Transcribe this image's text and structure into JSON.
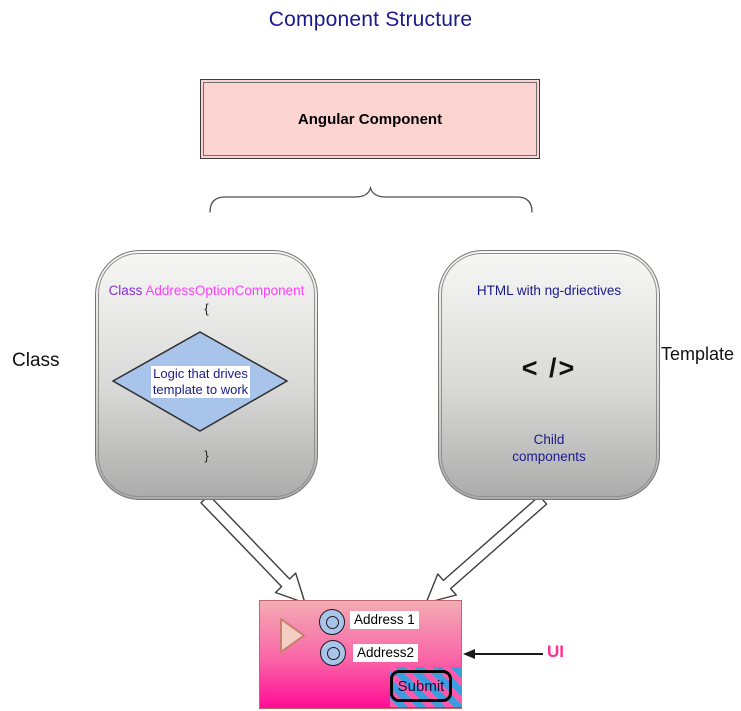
{
  "title": "Component Structure",
  "colors": {
    "title_navy": "#1a1a8c",
    "box_text_navy": "#1a1a8c",
    "keyword_purple": "#8a2be2",
    "classname_magenta": "#ff40ff",
    "angular_box_fill": "#fbd3d1",
    "diamond_fill": "#a9c4eb",
    "ui_pink_top": "#f3abb4",
    "ui_pink_bottom": "#ff0d95",
    "ui_label_pink": "#ff2f92",
    "stripe_blue": "#3b9ddd",
    "stripe_pink": "#ff58ad"
  },
  "angular_component": {
    "label": "Angular Component"
  },
  "class_box": {
    "side_label": "Class",
    "keyword": "Class",
    "class_name": "AddressOptionComponent",
    "open_brace": "{",
    "diamond_line1": "Logic that drives",
    "diamond_line2": "template to work",
    "close_brace": "}"
  },
  "template_box": {
    "side_label": "Template",
    "header": "HTML with ng-driectives",
    "code_glyph": "< />",
    "child_line1": "Child",
    "child_line2": "components"
  },
  "ui_box": {
    "radio1_label": "Address 1",
    "radio2_label": "Address2",
    "submit_label": "Submit",
    "pointer_label": "UI"
  }
}
